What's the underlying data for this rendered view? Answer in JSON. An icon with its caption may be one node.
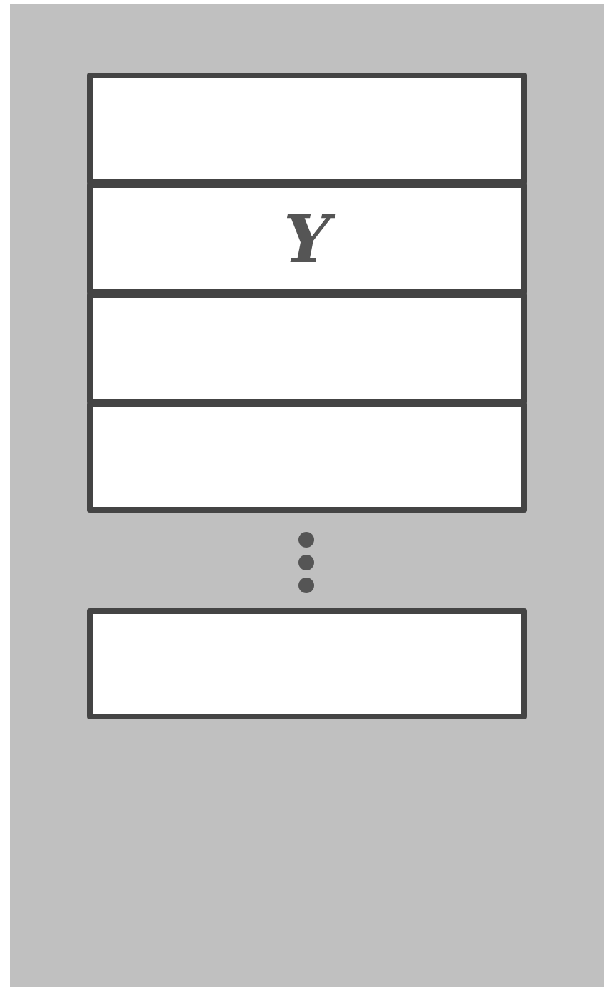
{
  "diagram": {
    "nodes": [
      {
        "text": [],
        "shape": "box"
      },
      {
        "text": [
          "Y"
        ]
      },
      {
        "text": [],
        "shape": "box"
      },
      {
        "text": [],
        "shape": "box"
      },
      {
        "text": [],
        "shape": "box"
      }
    ]
  }
}
